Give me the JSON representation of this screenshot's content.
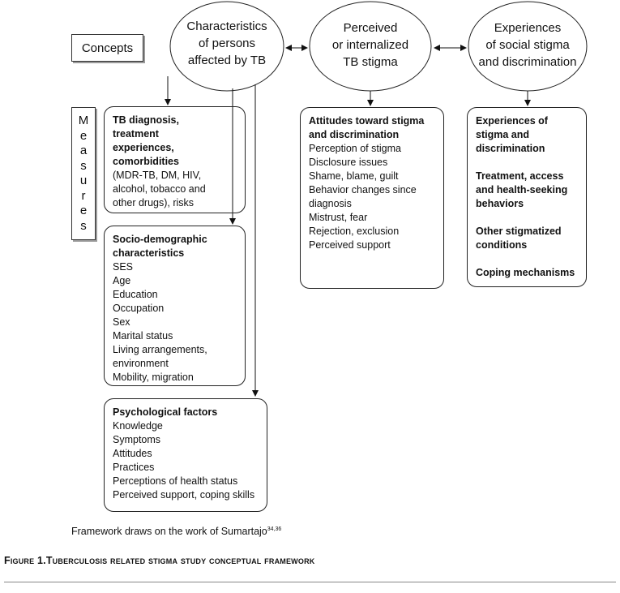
{
  "concepts_label": "Concepts",
  "measures_label": [
    "M",
    "e",
    "a",
    "s",
    "u",
    "r",
    "e",
    "s"
  ],
  "concepts": [
    {
      "lines": [
        "Characteristics",
        "of persons",
        "affected by TB"
      ]
    },
    {
      "lines": [
        "Perceived",
        "or internalized",
        "TB stigma"
      ]
    },
    {
      "lines": [
        "Experiences",
        "of social stigma",
        "and discrimination"
      ]
    }
  ],
  "boxes": {
    "tb_diagnosis": {
      "heading": [
        "TB diagnosis,",
        "treatment",
        "experiences,",
        "comorbidities"
      ],
      "items": [
        "(MDR-TB, DM, HIV,",
        "alcohol, tobacco and",
        "other drugs), risks"
      ]
    },
    "socio_demographic": {
      "heading": [
        "Socio-demographic",
        "characteristics"
      ],
      "items": [
        "SES",
        "Age",
        "Education",
        "Occupation",
        "Sex",
        "Marital status",
        "Living arrangements,",
        "environment",
        "Mobility, migration"
      ]
    },
    "psychological": {
      "heading": [
        "Psychological factors"
      ],
      "items": [
        "Knowledge",
        "Symptoms",
        "Attitudes",
        "Practices",
        "Perceptions of health status",
        "Perceived support, coping skills"
      ]
    },
    "attitudes": {
      "heading": [
        "Attitudes toward stigma",
        "and discrimination"
      ],
      "items": [
        "Perception of stigma",
        "Disclosure issues",
        "Shame, blame, guilt",
        "Behavior changes since",
        "diagnosis",
        "Mistrust, fear",
        "Rejection, exclusion",
        "Perceived support"
      ]
    },
    "experiences": {
      "groups": [
        [
          "Experiences of",
          "stigma and",
          "discrimination"
        ],
        [
          "Treatment, access",
          "and health-seeking",
          "behaviors"
        ],
        [
          "Other stigmatized",
          "conditions"
        ],
        [
          "Coping mechanisms"
        ]
      ]
    }
  },
  "footnote": {
    "text": "Framework draws on the work of Sumartajo",
    "refs": "34,36"
  },
  "caption": {
    "figure": "Figure 1.",
    "title": "Tuberculosis related stigma study conceptual framework"
  }
}
